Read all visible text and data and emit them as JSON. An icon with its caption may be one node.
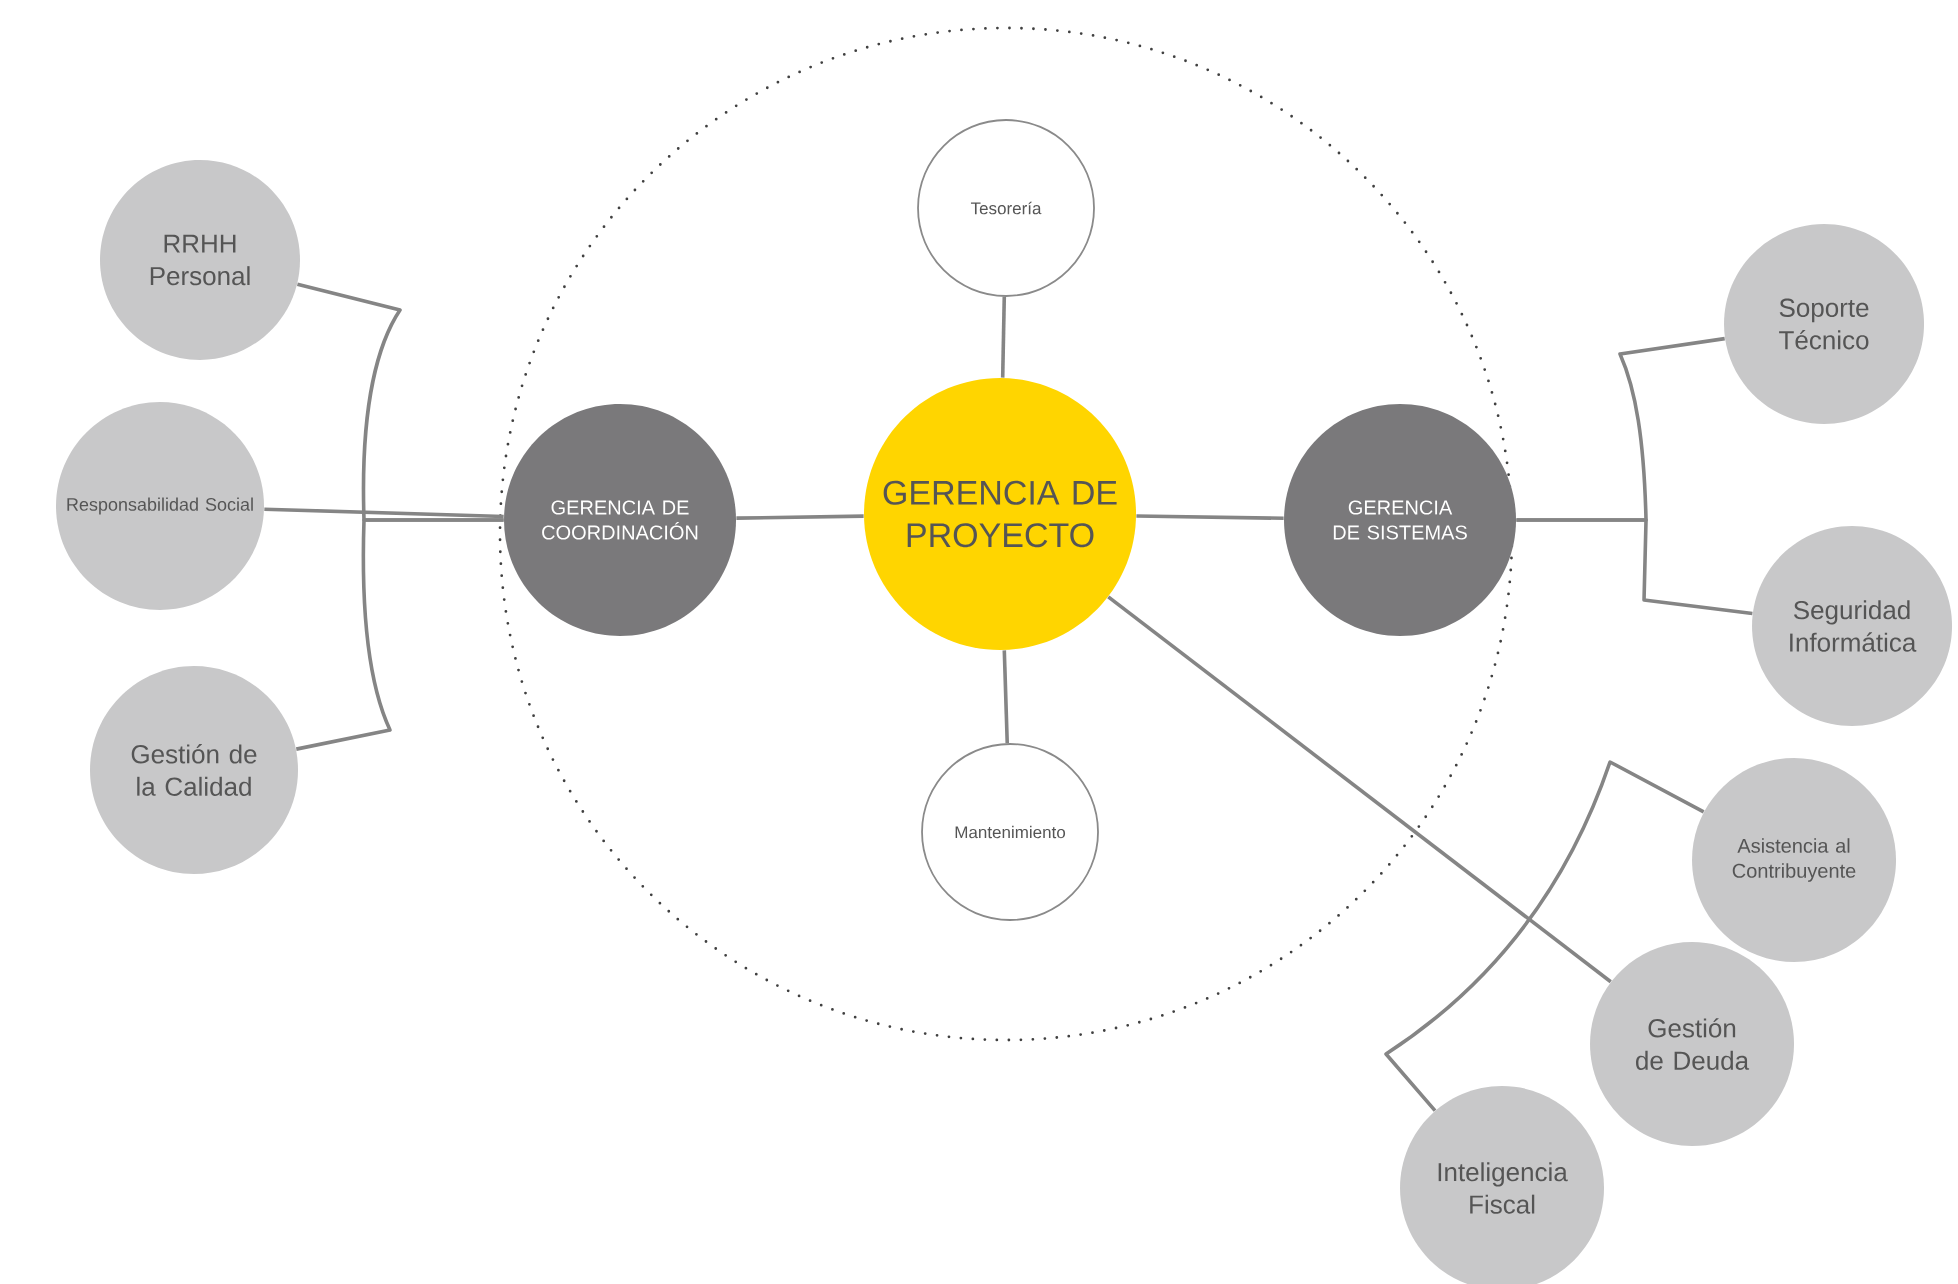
{
  "diagram": {
    "nodes": [
      {
        "text": [
          "Tesorería"
        ]
      },
      {
        "text": [
          "GERENCIA DE COORDINACIÓN"
        ]
      },
      {
        "text": [
          "GERENCIA DE PROYECTO"
        ]
      },
      {
        "text": [
          "GERENCIA DE SISTEMAS"
        ]
      },
      {
        "text": [
          "Mantenimiento"
        ]
      },
      {
        "text": [
          "RRHH Personal"
        ]
      },
      {
        "text": [
          "Responsabilidad Social"
        ]
      },
      {
        "text": [
          "Gestión de la Calidad"
        ]
      },
      {
        "text": [
          "Soporte Técnico"
        ]
      },
      {
        "text": [
          "Seguridad Informática"
        ]
      },
      {
        "text": [
          "Asistencia al Contribuyente"
        ]
      },
      {
        "text": [
          "Gestión de Deuda"
        ]
      },
      {
        "text": [
          "Inteligencia Fiscal"
        ]
      }
    ],
    "edges": [
      {
        "from": 2,
        "to": 0,
        "arrow": "none"
      },
      {
        "from": 2,
        "to": 4,
        "arrow": "none"
      },
      {
        "from": 2,
        "to": 1,
        "arrow": "none"
      },
      {
        "from": 2,
        "to": 3,
        "arrow": "none"
      },
      {
        "from": 2,
        "to": 11,
        "arrow": "none"
      },
      {
        "from": 1,
        "to": 5,
        "arrow": "none"
      },
      {
        "from": 1,
        "to": 6,
        "arrow": "none"
      },
      {
        "from": 1,
        "to": 7,
        "arrow": "none"
      },
      {
        "from": 3,
        "to": 8,
        "arrow": "none"
      },
      {
        "from": 3,
        "to": 9,
        "arrow": "none"
      },
      {
        "from": 10,
        "to": 12,
        "arrow": "none"
      }
    ]
  }
}
